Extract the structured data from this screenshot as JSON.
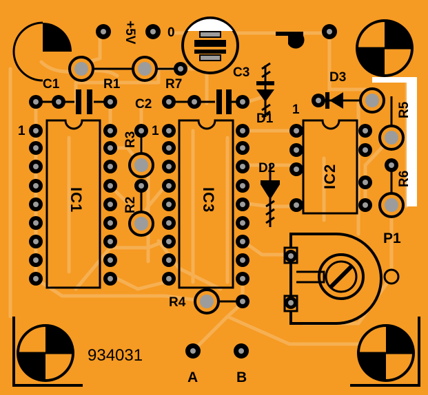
{
  "board_id": "934031",
  "colors": {
    "board": "#f59a23",
    "trace": "#f7b45c",
    "pad": "#000000",
    "hole": "#9c9c9c"
  },
  "components": {
    "c1": "C1",
    "c2": "C2",
    "c3": "C3",
    "r1": "R1",
    "r2": "R2",
    "r3": "R3",
    "r4": "R4",
    "r5": "R5",
    "r6": "R6",
    "r7": "R7",
    "d1": "D1",
    "d2": "D2",
    "d3": "D3",
    "ic1": "IC1",
    "ic2": "IC2",
    "ic3": "IC3",
    "p1": "P1"
  },
  "pins": {
    "ic1_pin1": "1",
    "ic3_pin1": "1",
    "ic2_pin1": "1"
  },
  "terminals": {
    "a": "A",
    "b": "B",
    "plus5": "+5V",
    "zero": "0"
  }
}
